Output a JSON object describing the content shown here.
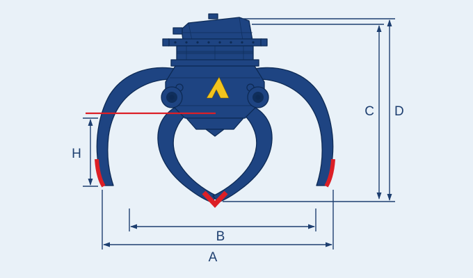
{
  "diagram": {
    "subject": "Timber grapple front view with dimension annotations",
    "labels": {
      "A": "A",
      "B": "B",
      "C": "C",
      "D": "D",
      "H": "H"
    },
    "colors": {
      "background": "#e9f1f8",
      "machine_fill": "#1e4482",
      "machine_outline": "#0d2a55",
      "dimension": "#1e3f70",
      "accent_red": "#dc1f26",
      "logo_yellow": "#f2c41d"
    }
  }
}
